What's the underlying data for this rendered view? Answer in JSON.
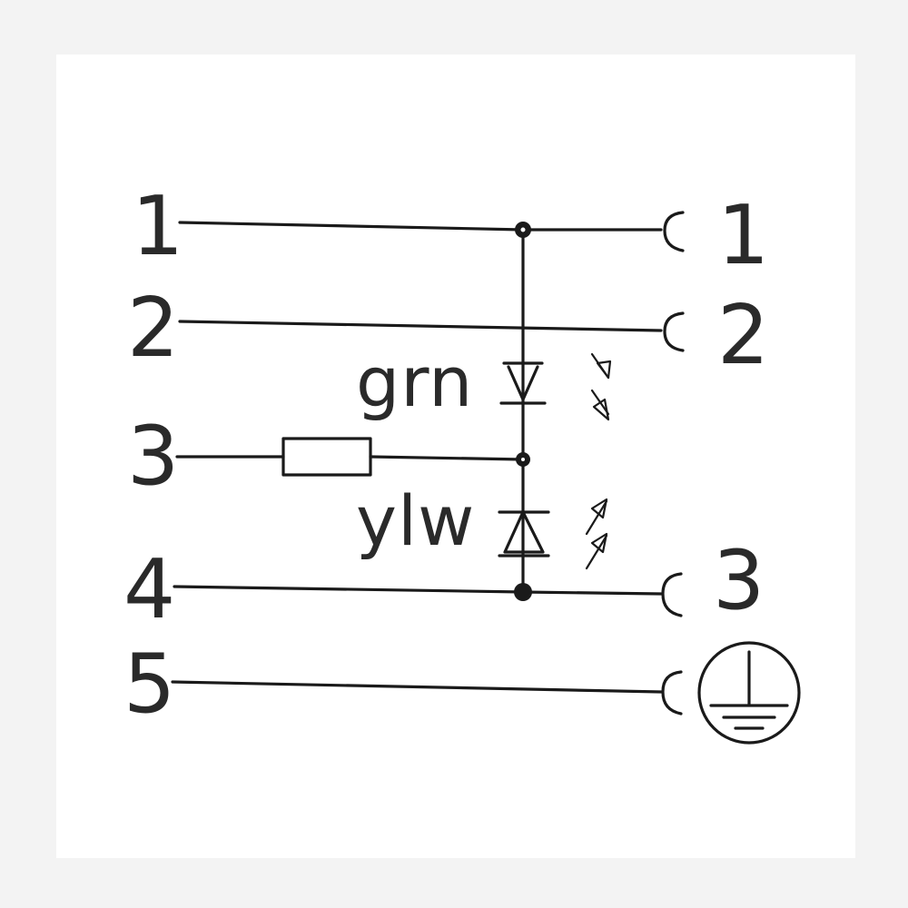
{
  "left_pins": [
    {
      "label": "1"
    },
    {
      "label": "2"
    },
    {
      "label": "3"
    },
    {
      "label": "4"
    },
    {
      "label": "5"
    }
  ],
  "right_pins": [
    {
      "label": "1"
    },
    {
      "label": "2"
    },
    {
      "label": "3"
    }
  ],
  "leds": [
    {
      "label": "grn"
    },
    {
      "label": "ylw"
    }
  ],
  "symbols": {
    "ground": "protective-earth-icon",
    "socket": "socket-contact-icon",
    "resistor": "resistor-symbol",
    "diode": "led-diode-symbol"
  },
  "colors": {
    "line": "#1a1a1a",
    "background": "#ffffff"
  }
}
